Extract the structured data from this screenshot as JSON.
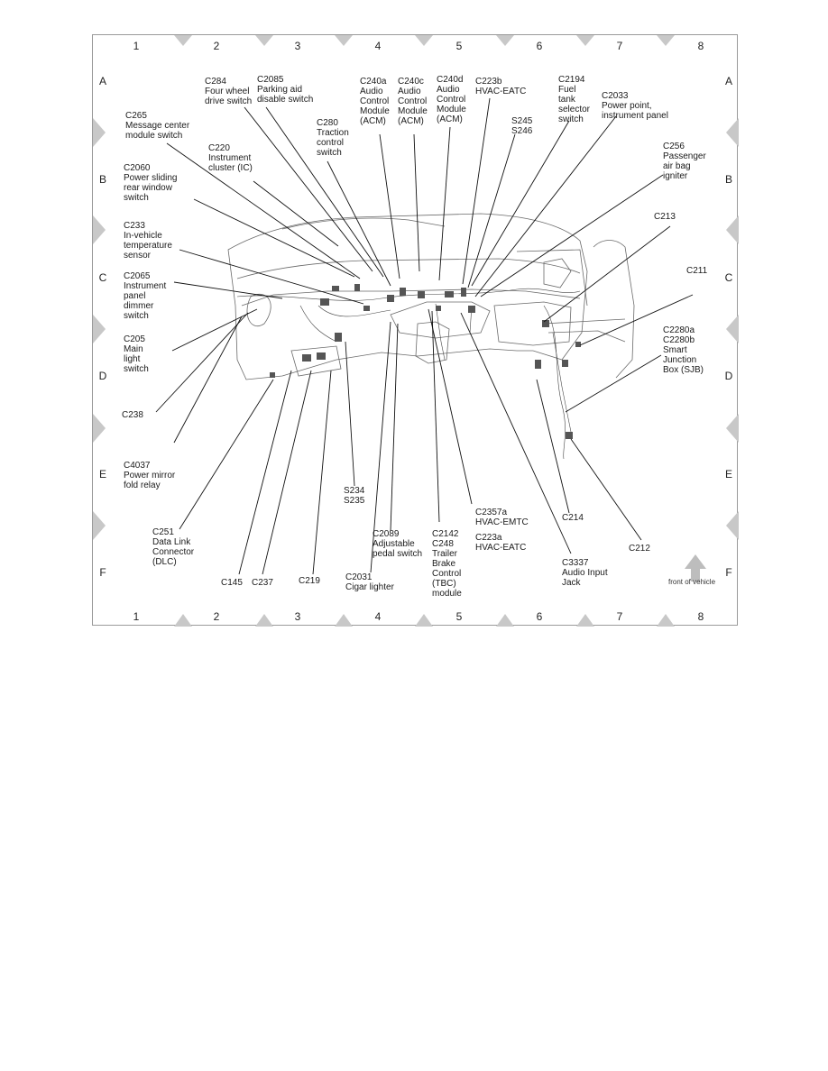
{
  "grid": {
    "columns": [
      "1",
      "2",
      "3",
      "4",
      "5",
      "6",
      "7",
      "8"
    ],
    "rows": [
      "A",
      "B",
      "C",
      "D",
      "E",
      "F"
    ]
  },
  "labels": {
    "c284": "C284\nFour wheel\ndrive switch",
    "c2085": "C2085\nParking aid\ndisable switch",
    "c240a": "C240a\nAudio\nControl\nModule\n(ACM)",
    "c240c": "C240c\nAudio\nControl\nModule\n(ACM)",
    "c240d": "C240d\nAudio\nControl\nModule\n(ACM)",
    "c223b": "C223b\nHVAC-EATC",
    "c2194": "C2194\nFuel\ntank\nselector\nswitch",
    "c2033": "C2033\nPower point,\ninstrument panel",
    "c265": "C265\nMessage center\nmodule switch",
    "c280": "C280\nTraction\ncontrol\nswitch",
    "s245": "S245\nS246",
    "c220": "C220\nInstrument\ncluster (IC)",
    "c256": "C256\nPassenger\nair bag\nigniter",
    "c2060": "C2060\nPower sliding\nrear window\nswitch",
    "c213": "C213",
    "c233": "C233\nIn-vehicle\ntemperature\nsensor",
    "c211": "C211",
    "c2065": "C2065\nInstrument\npanel\ndimmer\nswitch",
    "c2280": "C2280a\nC2280b\nSmart\nJunction\nBox (SJB)",
    "c205": "C205\nMain\nlight\nswitch",
    "c238": "C238",
    "c4037": "C4037\nPower mirror\nfold relay",
    "s234": "S234\nS235",
    "c2357a": "C2357a\nHVAC-EMTC",
    "c223a": "C223a\nHVAC-EATC",
    "c214": "C214",
    "c251": "C251\nData Link\nConnector\n(DLC)",
    "c2089": "C2089\nAdjustable\npedal switch",
    "c2142": "C2142\nC248\nTrailer\nBrake\nControl\n(TBC)\nmodule",
    "c212": "C212",
    "c3337": "C3337\nAudio Input\nJack",
    "c145": "C145",
    "c237": "C237",
    "c219": "C219",
    "c2031": "C2031\nCigar lighter",
    "front": "front of vehicle"
  },
  "colors": {
    "border": "#9a9a9a",
    "marker": "#c8c8c8",
    "leader": "#111111",
    "drawing": "#6a6a6a",
    "arrow": "#bdbdbd"
  }
}
